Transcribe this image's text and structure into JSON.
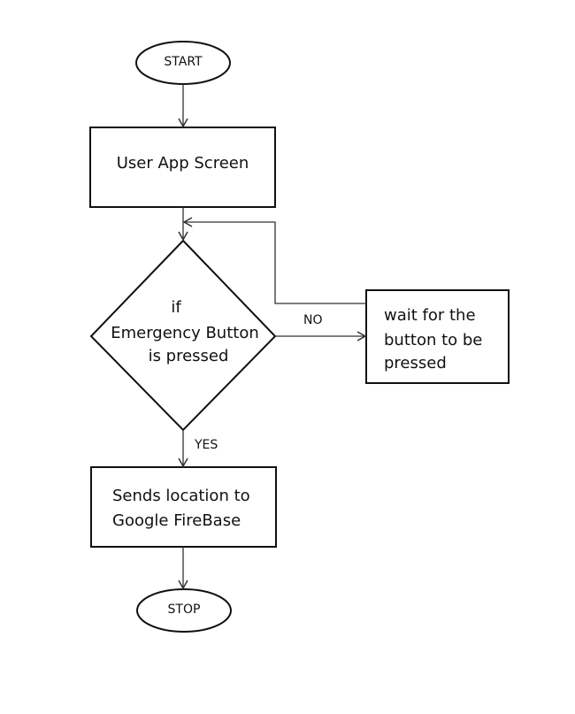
{
  "nodes": {
    "start": "START",
    "user_app_screen": "User App Screen",
    "decision": [
      "if",
      "Emergency Button",
      "is pressed"
    ],
    "wait": [
      "wait for the",
      "button to be",
      "pressed"
    ],
    "sends": [
      "Sends location to",
      "Google FireBase"
    ],
    "stop": "STOP"
  },
  "edges": {
    "no": "NO",
    "yes": "YES"
  }
}
